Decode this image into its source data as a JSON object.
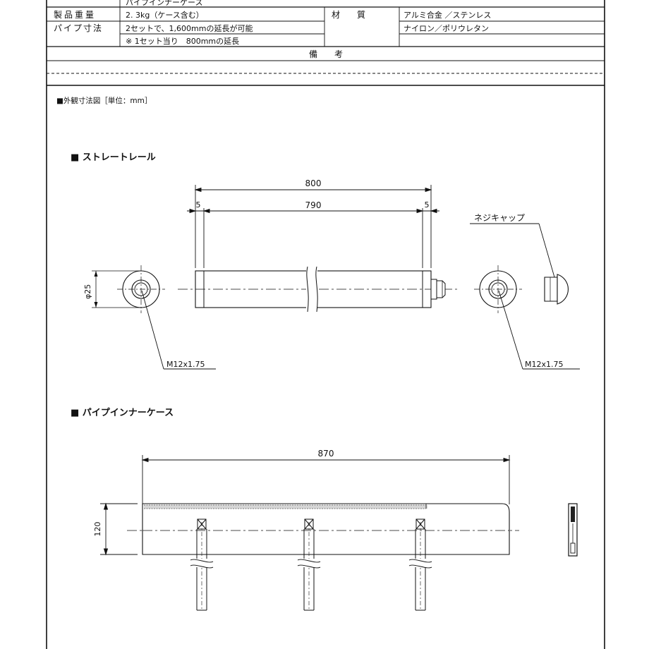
{
  "spec_table": {
    "top_title": "パイプインナーケース",
    "weight_label": "製品重量",
    "weight_value": "2. 3kg（ケース含む）",
    "pipe_label": "パイプ寸法",
    "pipe_value_1": "2セットで、1,600mmの延長が可能",
    "pipe_value_2": "※ 1セット当り　800mmの延長",
    "material_label": "材　　質",
    "material_value_1": "アルミ合金 ／ステンレス",
    "material_value_2": "ナイロン／ポリウレタン",
    "remarks_label": "備　　考"
  },
  "drawing": {
    "heading": "■外観寸法図［単位：mm］",
    "rail": {
      "title": "■  ストレートレール",
      "dim_total": "800",
      "dim_inner": "790",
      "dim_left": "5",
      "dim_right": "5",
      "dim_dia": "φ25",
      "thread_left": "M12x1.75",
      "thread_right": "M12x1.75",
      "cap_label": "ネジキャップ"
    },
    "case": {
      "title": "■  パイプインナーケース",
      "dim_length": "870",
      "dim_height": "120"
    }
  }
}
